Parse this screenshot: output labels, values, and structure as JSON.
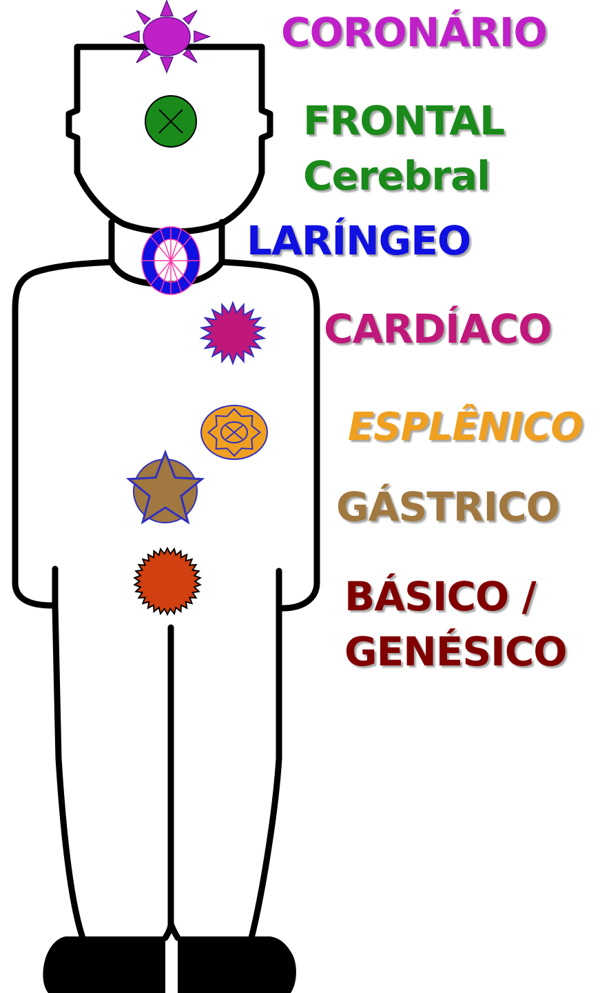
{
  "chakras": [
    {
      "id": "coronario",
      "label": "CORONÁRIO",
      "color": "#c020c8",
      "symbol": "sun-burst"
    },
    {
      "id": "frontal",
      "label": "FRONTAL",
      "sublabel": "Cerebral",
      "color": "#1a8a1a",
      "symbol": "crossed-circle"
    },
    {
      "id": "laringeo",
      "label": "LARÍNGEO",
      "color": "#1010e0",
      "symbol": "ring-wheel"
    },
    {
      "id": "cardiaco",
      "label": "CARDÍACO",
      "color": "#c0187a",
      "symbol": "spiked-star"
    },
    {
      "id": "esplenico",
      "label": "ESPLÊNICO",
      "color": "#f0a020",
      "symbol": "octagram-circle"
    },
    {
      "id": "gastrico",
      "label": "GÁSTRICO",
      "color": "#a07840",
      "symbol": "star-circle"
    },
    {
      "id": "basico",
      "label": "BÁSICO /",
      "sublabel": "GENÉSICO",
      "color": "#800000",
      "symbol": "serrated-circle"
    }
  ]
}
